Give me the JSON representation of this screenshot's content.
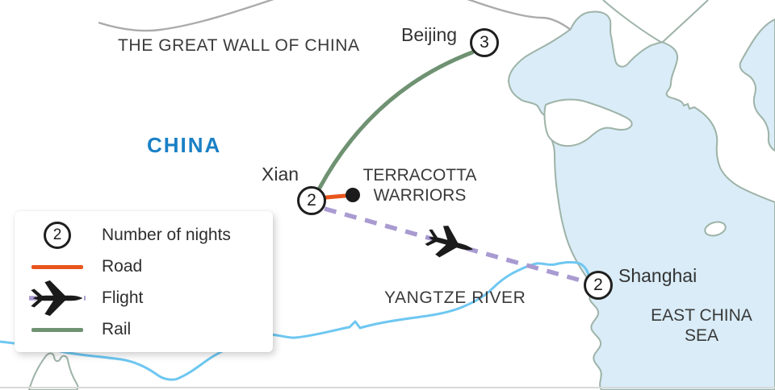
{
  "colors": {
    "road": "#E8551C",
    "rail": "#6F9272",
    "flight": "#A99BD1",
    "river": "#6EC7F1",
    "sea": "#D9ECF7",
    "coast": "#9EB3A8",
    "wall_border": "#ABABAB",
    "country_label": "#1A80C5",
    "node_outline": "#1F1F1F",
    "text": "#3A3A3A"
  },
  "map": {
    "region_labels": {
      "great_wall": "THE GREAT WALL OF CHINA",
      "country": "CHINA",
      "terracotta_line1": "TERRACOTTA",
      "terracotta_line2": "WARRIORS",
      "yangtze": "YANGTZE RIVER",
      "east_china_sea_line1": "EAST CHINA",
      "east_china_sea_line2": "SEA"
    },
    "nodes": [
      {
        "city": "Beijing",
        "nights": "3"
      },
      {
        "city": "Xian",
        "nights": "2"
      },
      {
        "city": "Shanghai",
        "nights": "2"
      }
    ]
  },
  "legend": {
    "nights_sample": "2",
    "items": [
      {
        "label": "Number of nights"
      },
      {
        "label": "Road"
      },
      {
        "label": "Flight"
      },
      {
        "label": "Rail"
      }
    ]
  }
}
